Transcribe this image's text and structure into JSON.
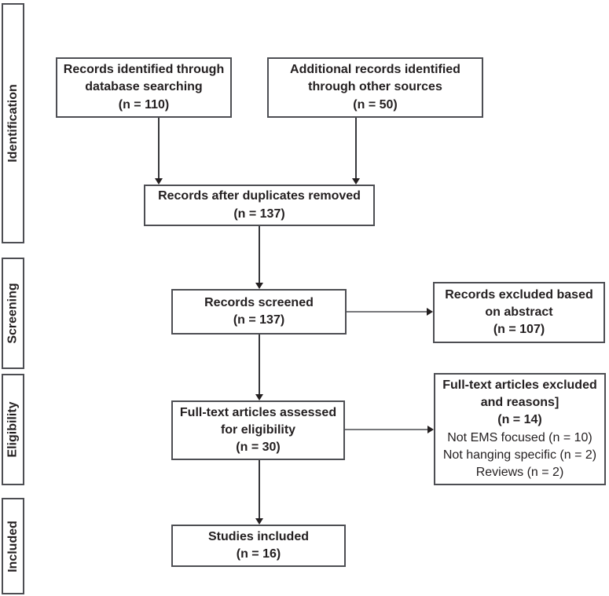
{
  "stages": [
    {
      "label": "Identification"
    },
    {
      "label": "Screening"
    },
    {
      "label": "Eligibility"
    },
    {
      "label": "Included"
    }
  ],
  "nodes": {
    "db_search": {
      "text": "Records identified through\ndatabase searching\n(n = 110)"
    },
    "other_sources": {
      "text": "Additional records identified\nthrough other sources\n(n = 50)"
    },
    "dedup": {
      "text": "Records after duplicates removed\n(n = 137)"
    },
    "screened": {
      "text": "Records screened\n(n = 137)"
    },
    "excluded_abstract": {
      "text": "Records excluded based\non abstract\n(n = 107)"
    },
    "fulltext_assessed": {
      "text": "Full-text articles assessed\nfor eligibility\n(n = 30)"
    },
    "fulltext_excluded": {
      "bold_text": "Full-text articles excluded\nand reasons]\n(n = 14)",
      "reasons_text": "Not EMS focused (n = 10)\nNot hanging specific (n = 2)\nReviews (n = 2)"
    },
    "studies_included": {
      "text": "Studies included\n(n = 16)"
    }
  },
  "edges": [
    {
      "from": "db_search",
      "to": "dedup"
    },
    {
      "from": "other_sources",
      "to": "dedup"
    },
    {
      "from": "dedup",
      "to": "screened"
    },
    {
      "from": "screened",
      "to": "excluded_abstract"
    },
    {
      "from": "screened",
      "to": "fulltext_assessed"
    },
    {
      "from": "fulltext_assessed",
      "to": "fulltext_excluded"
    },
    {
      "from": "fulltext_assessed",
      "to": "studies_included"
    }
  ],
  "colors": {
    "border": "#4d4e53",
    "text": "#231f20",
    "arrow": "#231f20",
    "background": "#ffffff"
  }
}
